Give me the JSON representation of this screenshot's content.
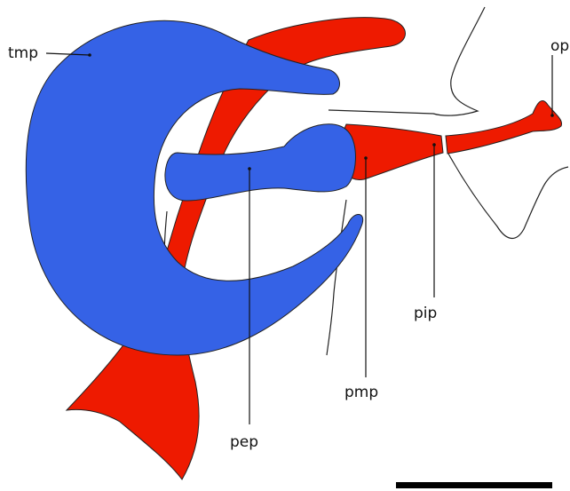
{
  "labels": {
    "tmp": "tmp",
    "op": "op",
    "pep": "pep",
    "pip": "pip",
    "pmp": "pmp"
  },
  "colors": {
    "red_bone": "#ee1a00",
    "blue_bone": "#3562e6",
    "outline": "#000000",
    "background": "#ffffff"
  }
}
